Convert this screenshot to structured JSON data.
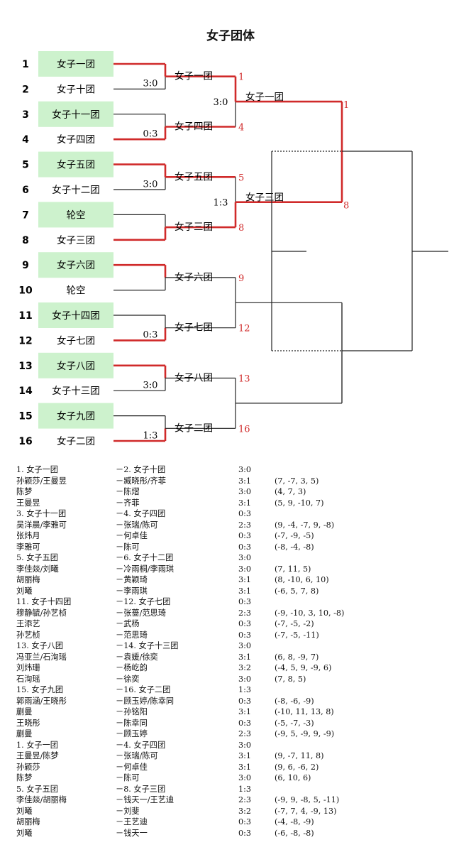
{
  "title": "女子团体",
  "colors": {
    "box": "#cdf2cd",
    "red": "#d02a2a",
    "line": "#222222"
  },
  "chart_data": {
    "type": "tournament-bracket",
    "entries": [
      {
        "seed": "1",
        "name": "女子一团",
        "box": true
      },
      {
        "seed": "2",
        "name": "女子十团",
        "box": false
      },
      {
        "seed": "3",
        "name": "女子十一团",
        "box": true
      },
      {
        "seed": "4",
        "name": "女子四团",
        "box": false
      },
      {
        "seed": "5",
        "name": "女子五团",
        "box": true
      },
      {
        "seed": "6",
        "name": "女子十二团",
        "box": false
      },
      {
        "seed": "7",
        "name": "轮空",
        "box": true
      },
      {
        "seed": "8",
        "name": "女子三团",
        "box": false
      },
      {
        "seed": "9",
        "name": "女子六团",
        "box": true
      },
      {
        "seed": "10",
        "name": "轮空",
        "box": false
      },
      {
        "seed": "11",
        "name": "女子十四团",
        "box": true
      },
      {
        "seed": "12",
        "name": "女子七团",
        "box": false
      },
      {
        "seed": "13",
        "name": "女子八团",
        "box": true
      },
      {
        "seed": "14",
        "name": "女子十三团",
        "box": false
      },
      {
        "seed": "15",
        "name": "女子九团",
        "box": true
      },
      {
        "seed": "16",
        "name": "女子二团",
        "box": false
      }
    ],
    "round1": [
      {
        "score": "3:0",
        "winner": "女子一团",
        "winner_seed": "1",
        "top_red": true
      },
      {
        "score": "0:3",
        "winner": "女子四团",
        "winner_seed": "4",
        "top_red": false
      },
      {
        "score": "3:0",
        "winner": "女子五团",
        "winner_seed": "5",
        "top_red": true
      },
      {
        "score": "",
        "winner": "女子三团",
        "winner_seed": "8",
        "top_red": false
      },
      {
        "score": "",
        "winner": "女子六团",
        "winner_seed": "9",
        "top_red": true
      },
      {
        "score": "0:3",
        "winner": "女子七团",
        "winner_seed": "12",
        "top_red": false
      },
      {
        "score": "3:0",
        "winner": "女子八团",
        "winner_seed": "13",
        "top_red": true
      },
      {
        "score": "1:3",
        "winner": "女子二团",
        "winner_seed": "16",
        "top_red": false
      }
    ],
    "round2": [
      {
        "score": "3:0",
        "winner": "女子一团",
        "winner_seed": "1",
        "top_red": true
      },
      {
        "score": "1:3",
        "winner": "女子三团",
        "winner_seed": "8",
        "top_red": false
      },
      {
        "score": "",
        "winner": "",
        "winner_seed": "",
        "top_red": null
      },
      {
        "score": "",
        "winner": "",
        "winner_seed": "",
        "top_red": null
      }
    ]
  },
  "results": [
    [
      "1. 女子一团",
      "－2. 女子十团",
      "3:0",
      ""
    ],
    [
      "孙颖莎/王曼昱",
      "－臧晓彤/齐菲",
      "3:1",
      "(7, -7, 3, 5)"
    ],
    [
      "陈梦",
      "－陈熠",
      "3:0",
      "(4, 7, 3)"
    ],
    [
      "王曼昱",
      "－齐菲",
      "3:1",
      "(5, 9, -10, 7)"
    ],
    [
      "3. 女子十一团",
      "－4. 女子四团",
      "0:3",
      ""
    ],
    [
      "吴洋晨/李雅可",
      "－张瑞/陈可",
      "2:3",
      "(9, -4, -7, 9, -8)"
    ],
    [
      "张炜月",
      "－何卓佳",
      "0:3",
      "(-7, -9, -5)"
    ],
    [
      "李雅可",
      "－陈可",
      "0:3",
      "(-8, -4, -8)"
    ],
    [
      "5. 女子五团",
      "－6. 女子十二团",
      "3:0",
      ""
    ],
    [
      "李佳燚/刘曦",
      "－冷雨桐/李雨琪",
      "3:0",
      "(7, 11, 5)"
    ],
    [
      "胡丽梅",
      "－黄颖琦",
      "3:1",
      "(8, -10, 6, 10)"
    ],
    [
      "刘曦",
      "－李雨琪",
      "3:1",
      "(-6, 5, 7, 8)"
    ],
    [
      "11. 女子十四团",
      "－12. 女子七团",
      "0:3",
      ""
    ],
    [
      "穆静毓/孙艺桢",
      "－张蔷/范思琦",
      "2:3",
      "(-9, -10, 3, 10, -8)"
    ],
    [
      "王添艺",
      "－武杨",
      "0:3",
      "(-7, -5, -2)"
    ],
    [
      "孙艺桢",
      "－范思琦",
      "0:3",
      "(-7, -5, -11)"
    ],
    [
      "13. 女子八团",
      "－14. 女子十三团",
      "3:0",
      ""
    ],
    [
      "冯亚兰/石洵瑶",
      "－袁媛/徐奕",
      "3:1",
      "(6, 8, -9, 7)"
    ],
    [
      "刘炜珊",
      "－杨屹韵",
      "3:2",
      "(-4, 5, 9, -9, 6)"
    ],
    [
      "石洵瑶",
      "－徐奕",
      "3:0",
      "(7, 8, 5)"
    ],
    [
      "15. 女子九团",
      "－16. 女子二团",
      "1:3",
      ""
    ],
    [
      "郭雨涵/王晓彤",
      "－顾玉婷/陈幸同",
      "0:3",
      "(-8, -6, -9)"
    ],
    [
      "蒯曼",
      "－孙铭阳",
      "3:1",
      "(-10, 11, 13, 8)"
    ],
    [
      "王晓彤",
      "－陈幸同",
      "0:3",
      "(-5, -7, -3)"
    ],
    [
      "蒯曼",
      "－顾玉婷",
      "2:3",
      "(-9, 5, -9, 9, -9)"
    ],
    [
      "1. 女子一团",
      "－4. 女子四团",
      "3:0",
      ""
    ],
    [
      "王曼昱/陈梦",
      "－张瑞/陈可",
      "3:1",
      "(9, -7, 11, 8)"
    ],
    [
      "孙颖莎",
      "－何卓佳",
      "3:1",
      "(9, 6, -6, 2)"
    ],
    [
      "陈梦",
      "－陈可",
      "3:0",
      "(6, 10, 6)"
    ],
    [
      "5. 女子五团",
      "－8. 女子三团",
      "1:3",
      ""
    ],
    [
      "李佳燚/胡丽梅",
      "－钱天一/王艺迪",
      "2:3",
      "(-9, 9, -8, 5, -11)"
    ],
    [
      "刘曦",
      "－刘斐",
      "3:2",
      "(-7, 7, 4, -9, 13)"
    ],
    [
      "胡丽梅",
      "－王艺迪",
      "0:3",
      "(-4, -8, -9)"
    ],
    [
      "刘曦",
      "－钱天一",
      "0:3",
      "(-6, -8, -8)"
    ]
  ]
}
